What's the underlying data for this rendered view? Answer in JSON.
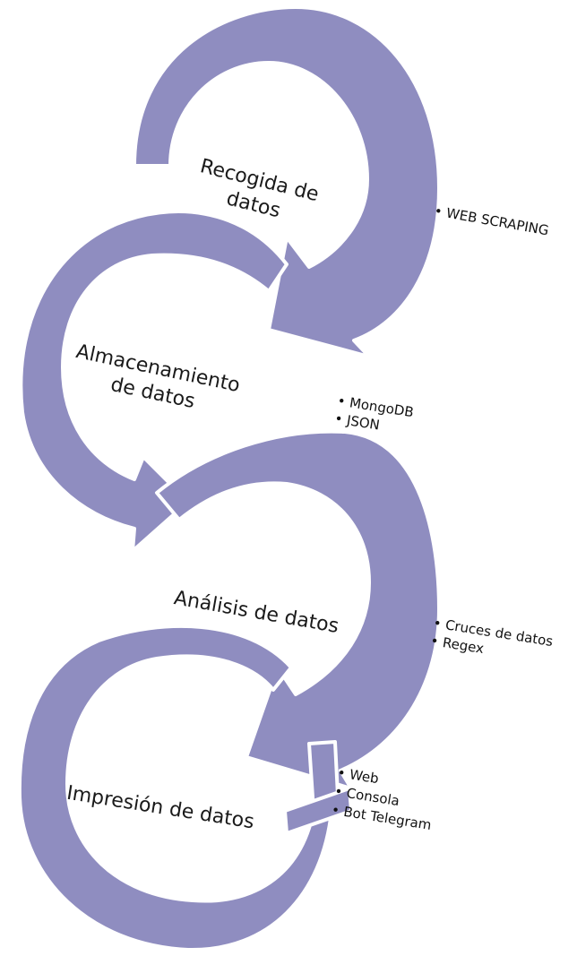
{
  "colors": {
    "arrow_fill": "#8f8dc0",
    "arrow_outline": "#ffffff",
    "background": "#ffffff",
    "text": "#1a1a1a"
  },
  "steps": [
    {
      "label_lines": [
        "Recogida de",
        "datos"
      ],
      "bullets": [
        "WEB SCRAPING"
      ]
    },
    {
      "label_lines": [
        "Almacenamiento",
        "de datos"
      ],
      "bullets": [
        "MongoDB",
        "JSON"
      ]
    },
    {
      "label_lines": [
        "Análisis de datos"
      ],
      "bullets": [
        "Cruces de datos",
        "Regex"
      ]
    },
    {
      "label_lines": [
        "Impresión de datos"
      ],
      "bullets": [
        "Web",
        "Consola",
        "Bot Telegram"
      ]
    }
  ]
}
